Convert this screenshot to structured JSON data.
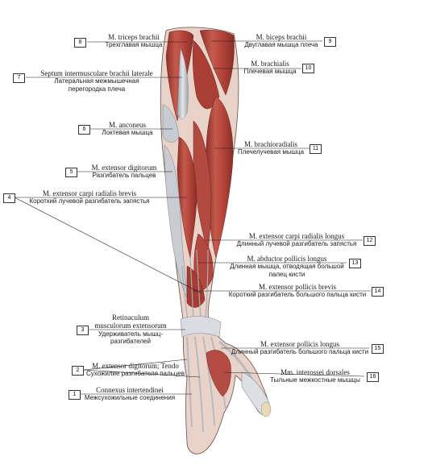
{
  "labels": [
    {
      "num": "8",
      "latin": "M. triceps brachii",
      "russian": "Трехглавая мышца"
    },
    {
      "num": "7",
      "latin": "Septum intermusculare brachii laterale",
      "russian": "Латеральная межмышечная",
      "russian2": "перегородка плеча"
    },
    {
      "num": "6",
      "latin": "M. anconeus",
      "russian": "Локтевая мышца"
    },
    {
      "num": "5",
      "latin": "M. extensor digitorum",
      "russian": "Разгибатель пальцев"
    },
    {
      "num": "4",
      "latin": "M. extensor carpi radialis brevis",
      "russian": "Короткий лучевой разгибатель запястья"
    },
    {
      "num": "3",
      "latin": "Retinaculum",
      "latin2": "musculorum extensorum",
      "russian": "Удерживатель мышц-",
      "russian2": "разгибателей"
    },
    {
      "num": "2",
      "latin": "M. extensor digitorum; Tendo",
      "russian": "Сухожилие разгибателя пальцев"
    },
    {
      "num": "1",
      "latin": "Connexus intertendinei",
      "russian": "Межсухожильные соединения"
    },
    {
      "num": "9",
      "latin": "M. biceps brachii",
      "russian": "Двуглавая мышца плеча"
    },
    {
      "num": "10",
      "latin": "M. brachialis",
      "russian": "Плечевая мышца"
    },
    {
      "num": "11",
      "latin": "M. brachioradialis",
      "russian": "Плечелучевая мышца"
    },
    {
      "num": "12",
      "latin": "M. extensor carpi radialis longus",
      "russian": "Длинный лучевой разгибатель запястья"
    },
    {
      "num": "13",
      "latin": "M. abductor pollicis longus",
      "russian": "Длинная мышца, отводящая большой",
      "russian2": "палец кисти"
    },
    {
      "num": "14",
      "latin": "M. extensor pollicis brevis",
      "russian": "Короткий разгибатель большого пальца кисти"
    },
    {
      "num": "15",
      "latin": "M. extensor pollicis longus",
      "russian": "Длинный разгибатель большого пальца кисти"
    },
    {
      "num": "16",
      "latin": "Mm. interossei dorsales",
      "russian": "Тыльные межкостные мышцы"
    }
  ],
  "colors": {
    "muscle": "#b8473d",
    "muscle_dark": "#8e2f2a",
    "muscle_light": "#d98a7a",
    "tendon": "#d3d6dc",
    "tendon_dark": "#8c919b",
    "line": "#1a1a1a"
  }
}
